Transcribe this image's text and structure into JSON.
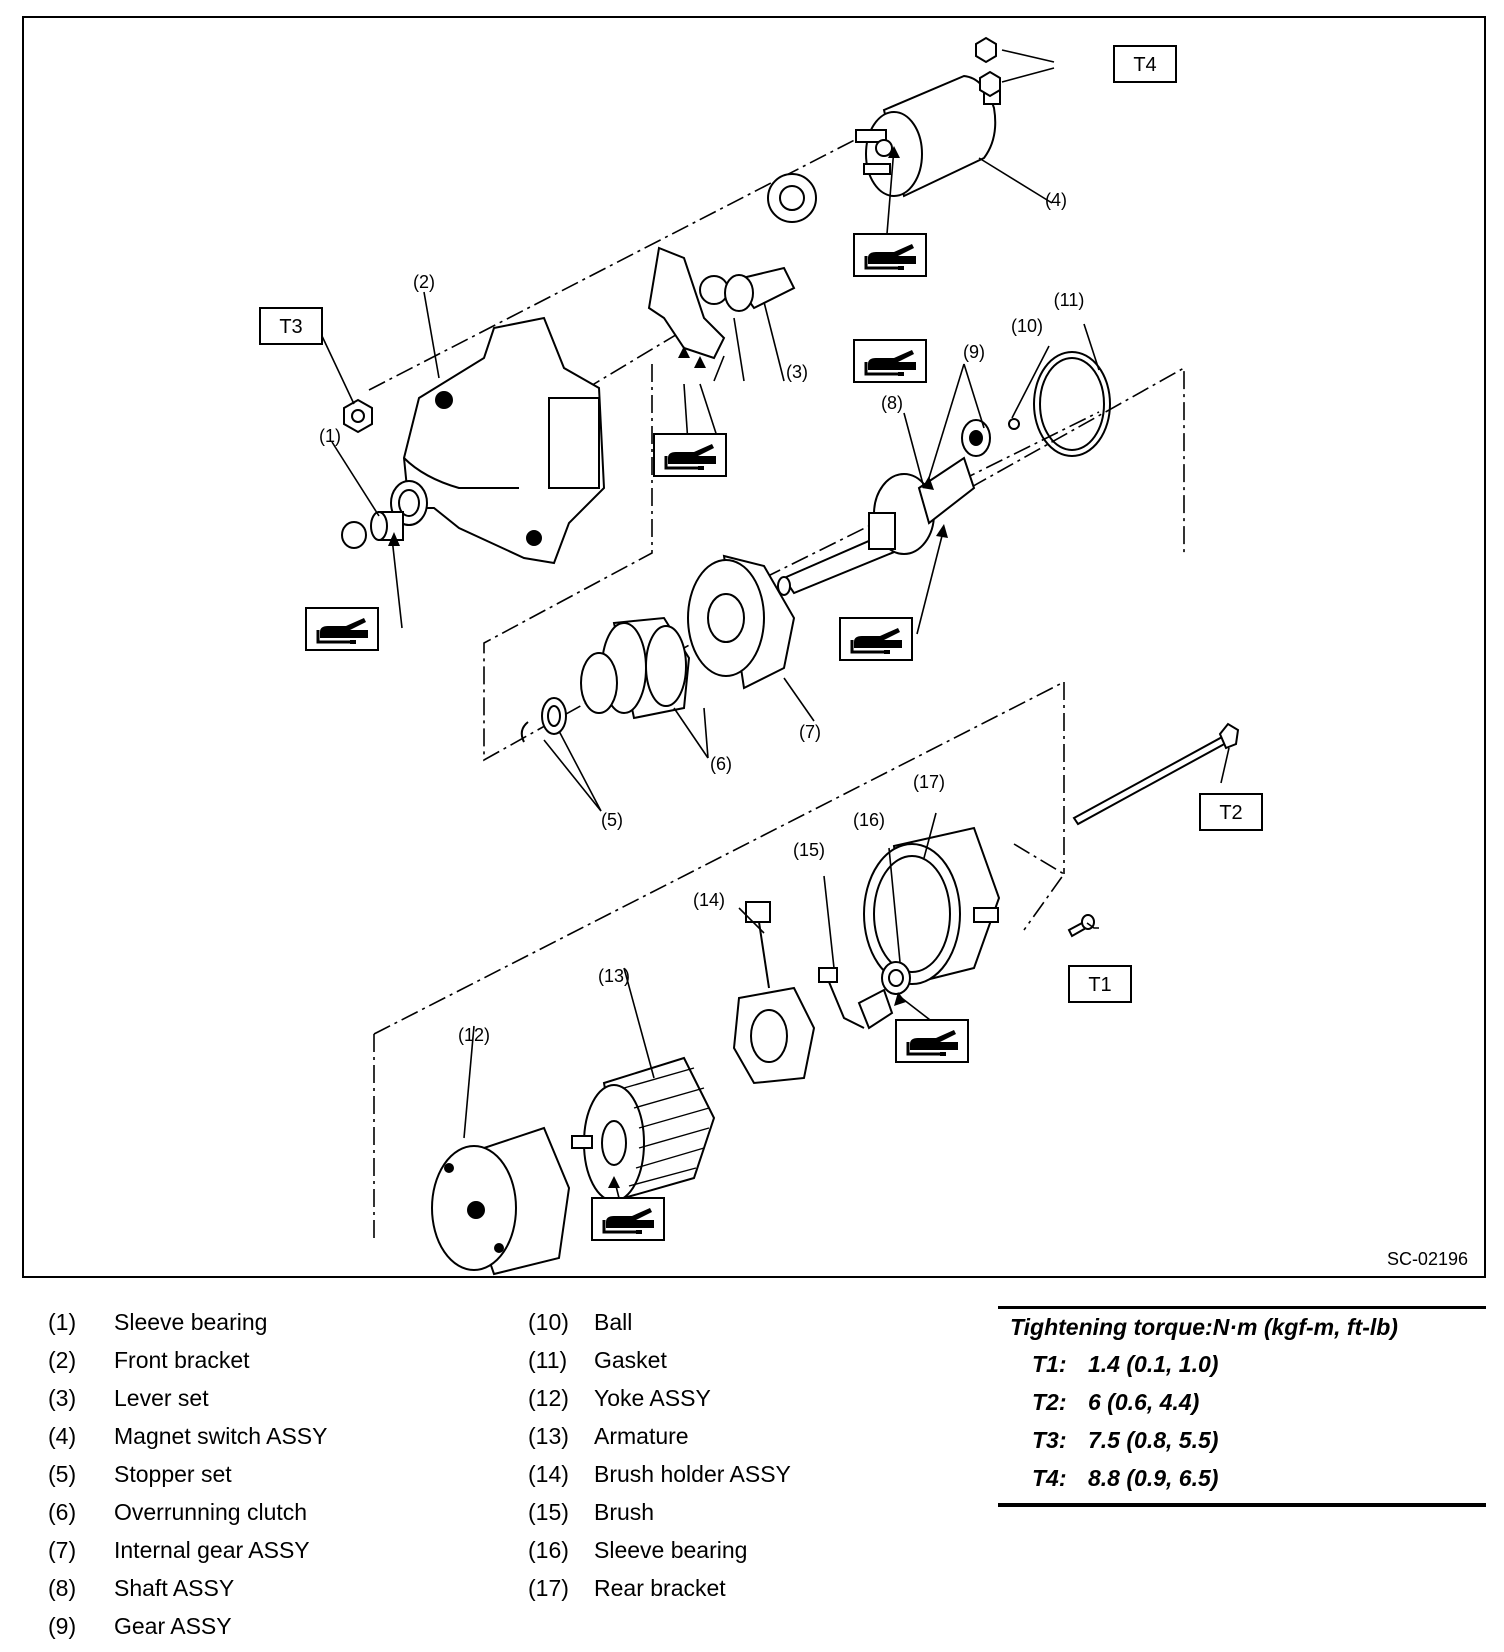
{
  "diagram": {
    "id": "SC-02196",
    "callouts": [
      "(1)",
      "(2)",
      "(3)",
      "(4)",
      "(5)",
      "(6)",
      "(7)",
      "(8)",
      "(9)",
      "(10)",
      "(11)",
      "(12)",
      "(13)",
      "(14)",
      "(15)",
      "(16)",
      "(17)"
    ],
    "torque_boxes": {
      "t1": "T1",
      "t2": "T2",
      "t3": "T3",
      "t4": "T4"
    },
    "grease_icon": "grease-symbol-icon"
  },
  "legend": {
    "left": [
      {
        "num": "(1)",
        "name": "Sleeve bearing"
      },
      {
        "num": "(2)",
        "name": "Front bracket"
      },
      {
        "num": "(3)",
        "name": "Lever set"
      },
      {
        "num": "(4)",
        "name": "Magnet switch ASSY"
      },
      {
        "num": "(5)",
        "name": "Stopper set"
      },
      {
        "num": "(6)",
        "name": "Overrunning clutch"
      },
      {
        "num": "(7)",
        "name": "Internal gear ASSY"
      },
      {
        "num": "(8)",
        "name": "Shaft ASSY"
      },
      {
        "num": "(9)",
        "name": "Gear ASSY"
      }
    ],
    "right": [
      {
        "num": "(10)",
        "name": "Ball"
      },
      {
        "num": "(11)",
        "name": "Gasket"
      },
      {
        "num": "(12)",
        "name": "Yoke ASSY"
      },
      {
        "num": "(13)",
        "name": "Armature"
      },
      {
        "num": "(14)",
        "name": "Brush holder ASSY"
      },
      {
        "num": "(15)",
        "name": "Brush"
      },
      {
        "num": "(16)",
        "name": "Sleeve bearing"
      },
      {
        "num": "(17)",
        "name": "Rear bracket"
      }
    ]
  },
  "torque": {
    "title": "Tightening torque:N·m (kgf-m, ft-lb)",
    "rows": [
      {
        "key": "T1:",
        "value": "1.4 (0.1, 1.0)"
      },
      {
        "key": "T2:",
        "value": "6 (0.6, 4.4)"
      },
      {
        "key": "T3:",
        "value": "7.5 (0.8, 5.5)"
      },
      {
        "key": "T4:",
        "value": "8.8 (0.9, 6.5)"
      }
    ]
  }
}
